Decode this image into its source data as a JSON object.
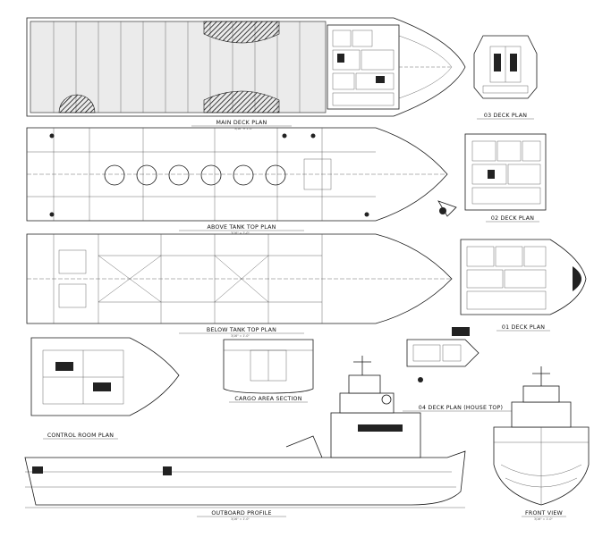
{
  "drawing": {
    "views": {
      "main_deck": "MAIN DECK PLAN",
      "deck_03": "03 DECK PLAN",
      "above_tank": "ABOVE TANK TOP PLAN",
      "deck_02": "02 DECK PLAN",
      "below_tank": "BELOW TANK TOP PLAN",
      "deck_01": "01 DECK PLAN",
      "cargo_section": "CARGO AREA SECTION",
      "deck_04": "04 DECK PLAN (HOUSE TOP)",
      "control_room": "CONTROL ROOM PLAN",
      "outboard": "OUTBOARD PROFILE",
      "front": "FRONT VIEW"
    },
    "scale_note": "3/16\" = 1'-0\""
  },
  "colors": {
    "line": "#1a1a1a",
    "paper": "#ffffff"
  }
}
